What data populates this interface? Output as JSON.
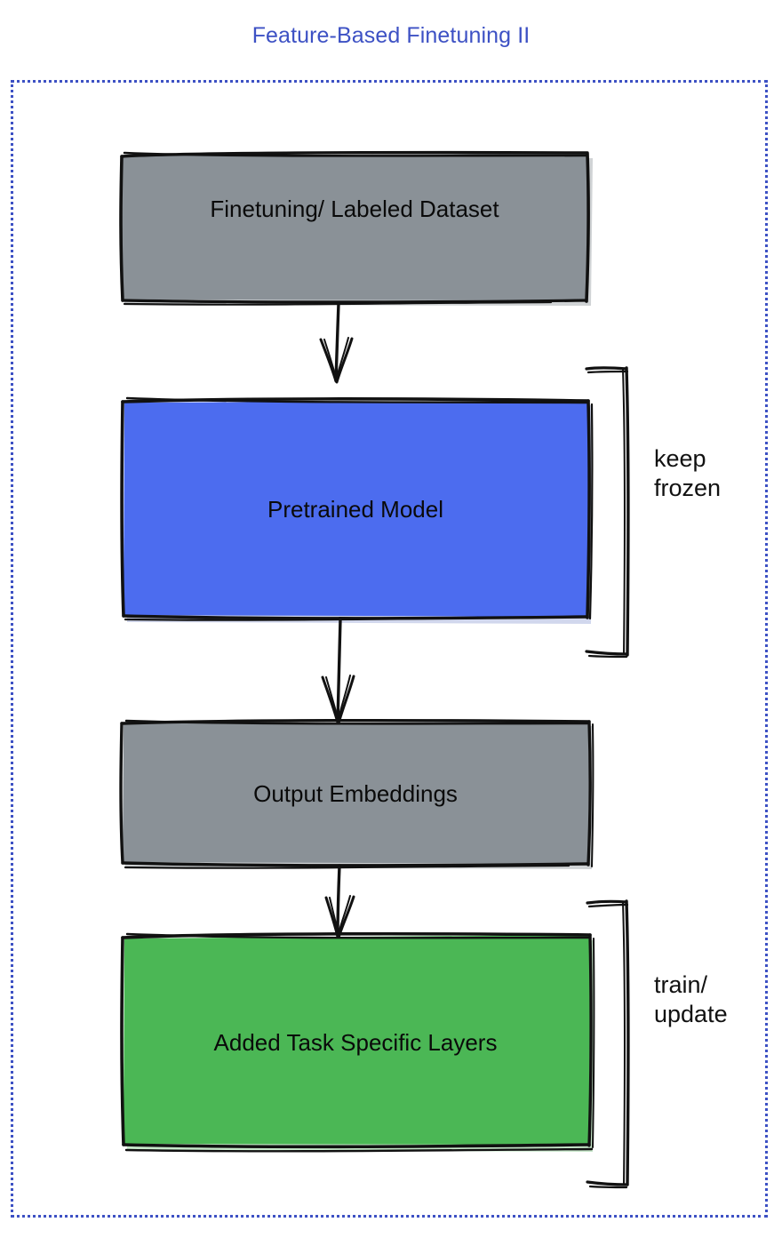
{
  "title": "Feature-Based Finetuning II",
  "colors": {
    "title_blue": "#3d51c4",
    "frame_dashed_blue": "#3d51c4",
    "node_gray": "#8a9197",
    "node_blue": "#4c6cef",
    "node_green": "#4bb755",
    "stroke_black": "#111111",
    "text_black": "#0a0a0a",
    "background": "#ffffff"
  },
  "frame": {
    "name": "dashed-container",
    "style": "dotted",
    "color": "#3d51c4"
  },
  "nodes": [
    {
      "id": "finetuning-dataset",
      "label": "Finetuning/ Labeled Dataset",
      "fill": "#8a9197",
      "shape": "rectangle"
    },
    {
      "id": "pretrained-model",
      "label": "Pretrained Model",
      "fill": "#4c6cef",
      "shape": "rectangle"
    },
    {
      "id": "output-embeddings",
      "label": "Output Embeddings",
      "fill": "#8a9197",
      "shape": "rectangle"
    },
    {
      "id": "added-task-specific-layers",
      "label": "Added Task Specific Layers",
      "fill": "#4bb755",
      "shape": "rectangle"
    }
  ],
  "edges": [
    {
      "id": "edge-dataset-to-model",
      "from": "finetuning-dataset",
      "to": "pretrained-model",
      "arrow": "down"
    },
    {
      "id": "edge-model-to-embeddings",
      "from": "pretrained-model",
      "to": "output-embeddings",
      "arrow": "down"
    },
    {
      "id": "edge-embeddings-to-layers",
      "from": "output-embeddings",
      "to": "added-task-specific-layers",
      "arrow": "down"
    }
  ],
  "annotations": [
    {
      "id": "keep-frozen",
      "label": "keep\nfrozen",
      "line1": "keep",
      "line2": "frozen",
      "target": "pretrained-model",
      "bracket": "right"
    },
    {
      "id": "train-update",
      "label": "train/\nupdate",
      "line1": "train/",
      "line2": "update",
      "target": "added-task-specific-layers",
      "bracket": "right"
    }
  ]
}
